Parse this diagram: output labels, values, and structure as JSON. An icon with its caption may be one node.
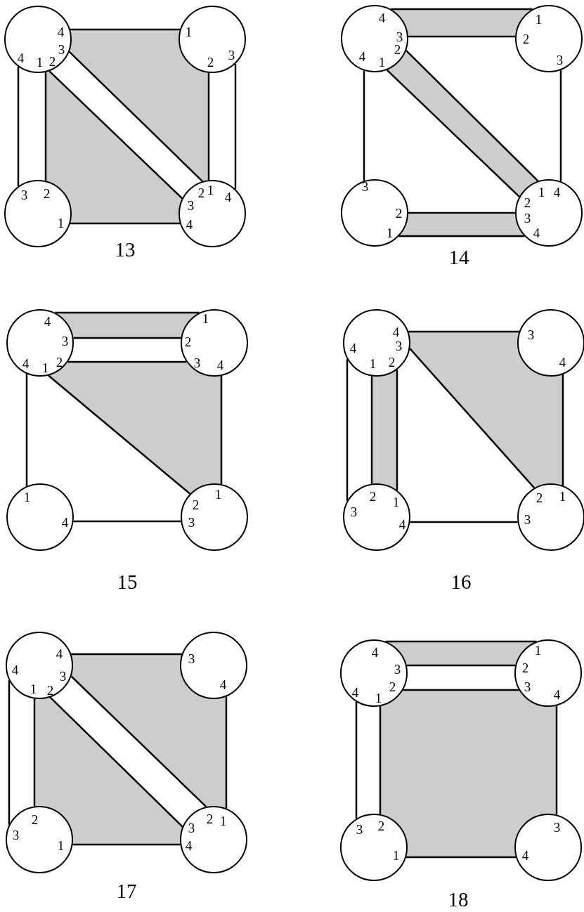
{
  "diagram": {
    "nodes": [
      {
        "text": [
          "4",
          "3",
          "4",
          "1",
          "2"
        ]
      },
      {
        "text": [
          "1",
          "2",
          "3"
        ]
      },
      {
        "text": [
          "3",
          "2",
          "1"
        ]
      },
      {
        "text": [
          "2",
          "1",
          "4",
          "3",
          "4"
        ]
      },
      {
        "text": [
          "4",
          "3",
          "2",
          "4",
          "1"
        ]
      },
      {
        "text": [
          "1",
          "2",
          "3"
        ]
      },
      {
        "text": [
          "3",
          "2",
          "1"
        ]
      },
      {
        "text": [
          "1",
          "4",
          "2",
          "3",
          "4"
        ]
      },
      {
        "text": [
          "4",
          "3",
          "4",
          "1",
          "2"
        ]
      },
      {
        "text": [
          "1",
          "2",
          "3",
          "4"
        ]
      },
      {
        "text": [
          "1",
          "4"
        ]
      },
      {
        "text": [
          "1",
          "2",
          "3"
        ]
      },
      {
        "text": [
          "4",
          "3",
          "4",
          "1",
          "2"
        ]
      },
      {
        "text": [
          "3",
          "4"
        ]
      },
      {
        "text": [
          "2",
          "1",
          "3",
          "4"
        ]
      },
      {
        "text": [
          "2",
          "1",
          "3"
        ]
      },
      {
        "text": [
          "4",
          "4",
          "3",
          "1",
          "2"
        ]
      },
      {
        "text": [
          "3",
          "4"
        ]
      },
      {
        "text": [
          "2",
          "3",
          "1"
        ]
      },
      {
        "text": [
          "2",
          "1",
          "3",
          "4"
        ]
      },
      {
        "text": [
          "4",
          "3",
          "2",
          "4",
          "1"
        ]
      },
      {
        "text": [
          "1",
          "2",
          "3",
          "4"
        ]
      },
      {
        "text": [
          "3",
          "2",
          "1"
        ]
      },
      {
        "text": [
          "3",
          "4"
        ]
      }
    ],
    "edges": [
      {
        "from": 0,
        "to": 1,
        "arrow": "none"
      },
      {
        "from": 0,
        "to": 2,
        "arrow": "none"
      },
      {
        "from": 0,
        "to": 2,
        "arrow": "none"
      },
      {
        "from": 0,
        "to": 3,
        "arrow": "none"
      },
      {
        "from": 0,
        "to": 3,
        "arrow": "none"
      },
      {
        "from": 1,
        "to": 3,
        "arrow": "none"
      },
      {
        "from": 1,
        "to": 3,
        "arrow": "none"
      },
      {
        "from": 2,
        "to": 3,
        "arrow": "none"
      },
      {
        "from": 4,
        "to": 5,
        "arrow": "none"
      },
      {
        "from": 4,
        "to": 5,
        "arrow": "none"
      },
      {
        "from": 4,
        "to": 6,
        "arrow": "none"
      },
      {
        "from": 4,
        "to": 7,
        "arrow": "none"
      },
      {
        "from": 4,
        "to": 7,
        "arrow": "none"
      },
      {
        "from": 5,
        "to": 7,
        "arrow": "none"
      },
      {
        "from": 6,
        "to": 7,
        "arrow": "none"
      },
      {
        "from": 6,
        "to": 7,
        "arrow": "none"
      },
      {
        "from": 8,
        "to": 9,
        "arrow": "none"
      },
      {
        "from": 8,
        "to": 9,
        "arrow": "none"
      },
      {
        "from": 8,
        "to": 9,
        "arrow": "none"
      },
      {
        "from": 8,
        "to": 10,
        "arrow": "none"
      },
      {
        "from": 8,
        "to": 11,
        "arrow": "none"
      },
      {
        "from": 9,
        "to": 11,
        "arrow": "none"
      },
      {
        "from": 10,
        "to": 11,
        "arrow": "none"
      },
      {
        "from": 12,
        "to": 13,
        "arrow": "none"
      },
      {
        "from": 12,
        "to": 14,
        "arrow": "none"
      },
      {
        "from": 12,
        "to": 14,
        "arrow": "none"
      },
      {
        "from": 12,
        "to": 14,
        "arrow": "none"
      },
      {
        "from": 12,
        "to": 15,
        "arrow": "none"
      },
      {
        "from": 13,
        "to": 15,
        "arrow": "none"
      },
      {
        "from": 14,
        "to": 15,
        "arrow": "none"
      },
      {
        "from": 16,
        "to": 17,
        "arrow": "none"
      },
      {
        "from": 16,
        "to": 18,
        "arrow": "none"
      },
      {
        "from": 16,
        "to": 18,
        "arrow": "none"
      },
      {
        "from": 16,
        "to": 19,
        "arrow": "none"
      },
      {
        "from": 16,
        "to": 19,
        "arrow": "none"
      },
      {
        "from": 17,
        "to": 19,
        "arrow": "none"
      },
      {
        "from": 18,
        "to": 19,
        "arrow": "none"
      },
      {
        "from": 20,
        "to": 21,
        "arrow": "none"
      },
      {
        "from": 20,
        "to": 21,
        "arrow": "none"
      },
      {
        "from": 20,
        "to": 21,
        "arrow": "none"
      },
      {
        "from": 20,
        "to": 22,
        "arrow": "none"
      },
      {
        "from": 20,
        "to": 22,
        "arrow": "none"
      },
      {
        "from": 21,
        "to": 23,
        "arrow": "none"
      },
      {
        "from": 22,
        "to": 23,
        "arrow": "none"
      }
    ],
    "labels": [
      "13",
      "14",
      "15",
      "16",
      "17",
      "18"
    ]
  }
}
